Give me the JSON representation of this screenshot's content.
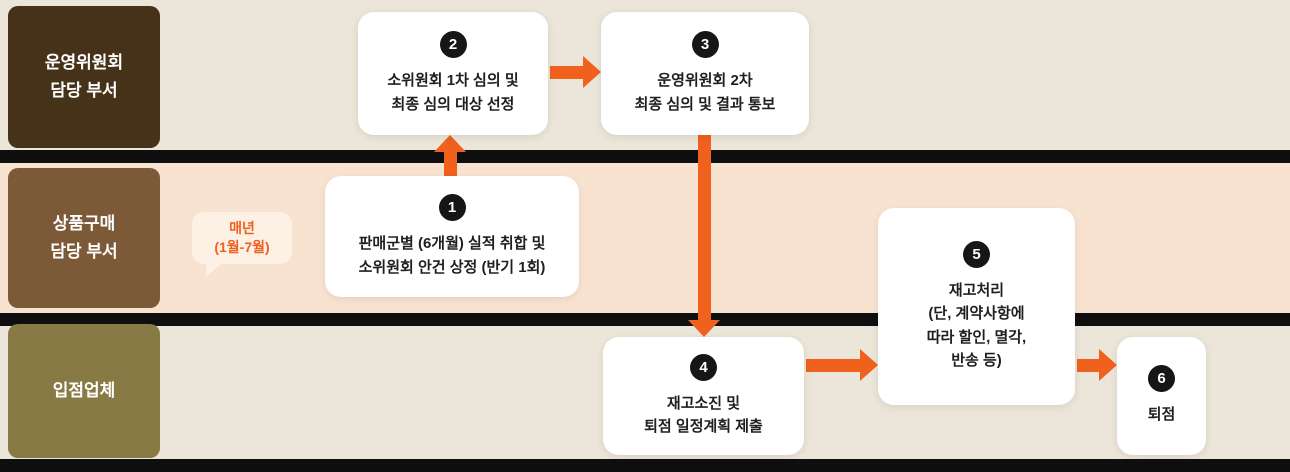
{
  "colors": {
    "lane_default": "#ebe6d9",
    "lane_middle": "#f8e3d1",
    "divider": "#0f0f0f",
    "label1_bg": "#463218",
    "label2_bg": "#7c5a38",
    "label3_bg": "#887a45",
    "arrow": "#f0611e",
    "bubble_bg": "#fdf0e4",
    "bubble_text": "#f0611e",
    "card_bg": "#ffffff",
    "badge_bg": "#161616"
  },
  "lanes": [
    {
      "label": "운영위원회\n담당 부서"
    },
    {
      "label": "상품구매\n담당 부서"
    },
    {
      "label": "입점업체"
    }
  ],
  "annotation": {
    "text": "매년\n(1월-7월)"
  },
  "steps": [
    {
      "num": "1",
      "text": "판매군별 (6개월) 실적 취합 및\n소위원회 안건 상정 (반기 1회)"
    },
    {
      "num": "2",
      "text": "소위원회 1차 심의 및\n최종 심의 대상 선정"
    },
    {
      "num": "3",
      "text": "운영위원회 2차\n최종 심의 및 결과 통보"
    },
    {
      "num": "4",
      "text": "재고소진 및\n퇴점 일정계획 제출"
    },
    {
      "num": "5",
      "text": "재고처리\n(단, 계약사항에\n따라 할인, 멸각,\n반송 등)"
    },
    {
      "num": "6",
      "text": "퇴점"
    }
  ]
}
